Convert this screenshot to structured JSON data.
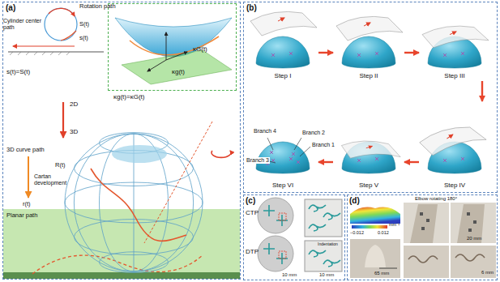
{
  "diagram": {
    "nodes": [
      {
        "text": [
          "(a)"
        ]
      },
      {
        "text": [
          "κG(t)",
          "κg(t)"
        ],
        "in": 0
      },
      {
        "text": [
          "(b)"
        ]
      },
      {
        "text": [
          "Step I"
        ],
        "in": 2
      },
      {
        "text": [
          "Step II"
        ],
        "in": 2
      },
      {
        "text": [
          "Step III"
        ],
        "in": 2
      },
      {
        "text": [
          "Step IV"
        ],
        "in": 2
      },
      {
        "text": [
          "Step V"
        ],
        "in": 2
      },
      {
        "text": [
          "Step VI"
        ],
        "in": 2
      },
      {
        "text": [
          "(c)"
        ]
      },
      {
        "text": [
          "(d)"
        ]
      }
    ],
    "edges": [
      {
        "from": 3,
        "to": 4,
        "arrow": "to"
      },
      {
        "from": 4,
        "to": 5,
        "arrow": "to"
      },
      {
        "from": 5,
        "to": 6,
        "arrow": "to"
      },
      {
        "from": 6,
        "to": 7,
        "arrow": "to"
      },
      {
        "from": 7,
        "to": 8,
        "arrow": "to"
      }
    ],
    "labels": [
      "Rotation path",
      "Cylinder center path",
      "S(t)",
      "s(t)",
      "s(t)=S(t)",
      "κg(t)=κG(t)",
      "2D",
      "3D",
      "3D curve path",
      "R(t)",
      "Cartan development",
      "r(t)",
      "Planar path",
      "Branch 4",
      "Branch 2",
      "Branch 1",
      "Branch 3",
      "CTP",
      "DTP",
      "Indentation",
      "10 mm",
      "10 mm",
      "0.012",
      "−0.012",
      "mm⁻¹",
      "65 mm",
      "Elbow rotating 180°",
      "20 mm",
      "6 mm"
    ]
  }
}
